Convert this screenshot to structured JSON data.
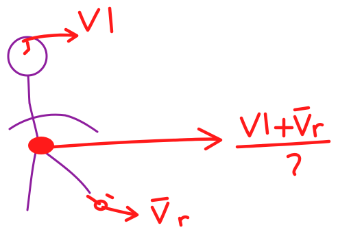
{
  "annotations": {
    "head_velocity": "V1",
    "foot_velocity": "V̄r",
    "result_numerator": "V1 + V̄r",
    "result_denominator": "2"
  },
  "colors": {
    "ink_red": "#ff1a1a",
    "ink_purple": "#8e1e9e",
    "background": "#ffffff"
  }
}
